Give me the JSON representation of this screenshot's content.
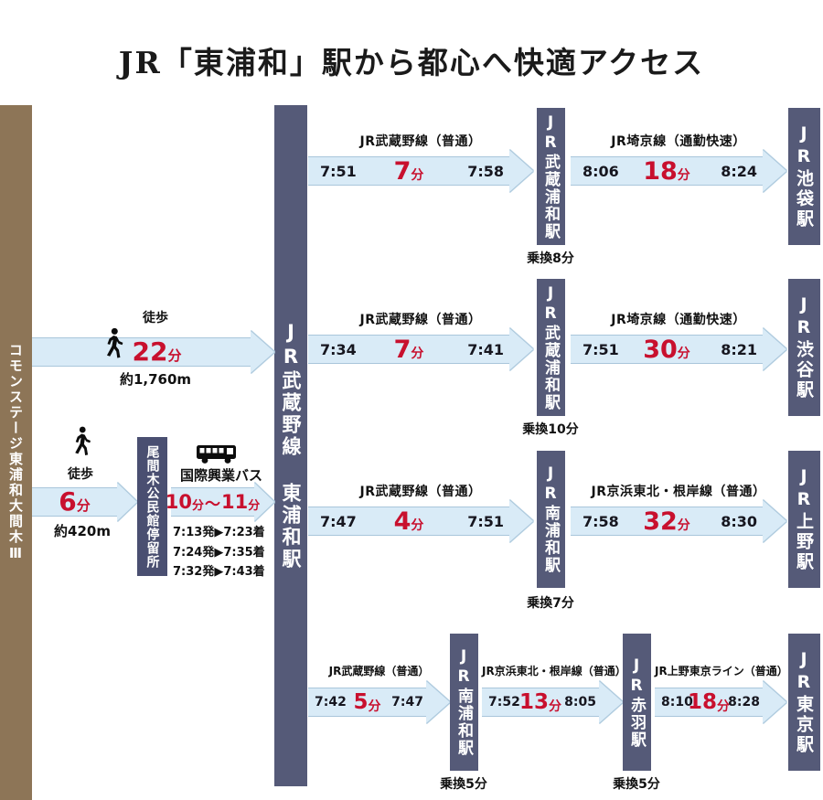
{
  "title": "JR「東浦和」駅から都心へ快適アクセス",
  "colors": {
    "accent_red": "#c8102e",
    "arrow_fill": "#d9ebf7",
    "bar_navy": "#555a78",
    "bar_brown": "#8d7557"
  },
  "property_name": "コモンステージ東浦和大間木Ⅲ",
  "origin_station": "JR武蔵野線 東浦和駅",
  "walk_direct": {
    "mode": "徒歩",
    "num": "22",
    "unit": "分",
    "distance": "約1,760m"
  },
  "walk_to_bus": {
    "mode": "徒歩",
    "num": "6",
    "unit": "分",
    "distance": "約420m"
  },
  "bus_stop_name": "尾間木公民館停留所",
  "bus": {
    "operator": "国際興業バス",
    "n1": "10",
    "u1": "分",
    "sep": "〜",
    "n2": "11",
    "u2": "分",
    "schedule": [
      "7:13発▶7:23着",
      "7:24発▶7:35着",
      "7:32発▶7:43着"
    ]
  },
  "routes": [
    {
      "legs": [
        {
          "line": "JR武蔵野線（普通）",
          "dep": "7:51",
          "num": "7",
          "unit": "分",
          "arr": "7:58"
        },
        {
          "line": "JR埼京線（通勤快速）",
          "dep": "8:06",
          "num": "18",
          "unit": "分",
          "arr": "8:24"
        }
      ],
      "transfer1": {
        "station": "JR武蔵浦和駅",
        "note": "乗換8分"
      },
      "dest": "JR池袋駅"
    },
    {
      "legs": [
        {
          "line": "JR武蔵野線（普通）",
          "dep": "7:34",
          "num": "7",
          "unit": "分",
          "arr": "7:41"
        },
        {
          "line": "JR埼京線（通勤快速）",
          "dep": "7:51",
          "num": "30",
          "unit": "分",
          "arr": "8:21"
        }
      ],
      "transfer1": {
        "station": "JR武蔵浦和駅",
        "note": "乗換10分"
      },
      "dest": "JR渋谷駅"
    },
    {
      "legs": [
        {
          "line": "JR武蔵野線（普通）",
          "dep": "7:47",
          "num": "4",
          "unit": "分",
          "arr": "7:51"
        },
        {
          "line": "JR京浜東北・根岸線（普通）",
          "dep": "7:58",
          "num": "32",
          "unit": "分",
          "arr": "8:30"
        }
      ],
      "transfer1": {
        "station": "JR南浦和駅",
        "note": "乗換7分"
      },
      "dest": "JR上野駅"
    },
    {
      "legs": [
        {
          "line": "JR武蔵野線（普通）",
          "dep": "7:42",
          "num": "5",
          "unit": "分",
          "arr": "7:47"
        },
        {
          "line": "JR京浜東北・根岸線（普通）",
          "dep": "7:52",
          "num": "13",
          "unit": "分",
          "arr": "8:05"
        },
        {
          "line": "JR上野東京ライン（普通）",
          "dep": "8:10",
          "num": "18",
          "unit": "分",
          "arr": "8:28"
        }
      ],
      "transfer1": {
        "station": "JR南浦和駅",
        "note": "乗換5分"
      },
      "transfer2": {
        "station": "JR赤羽駅",
        "note": "乗換5分"
      },
      "dest": "JR東京駅"
    }
  ]
}
